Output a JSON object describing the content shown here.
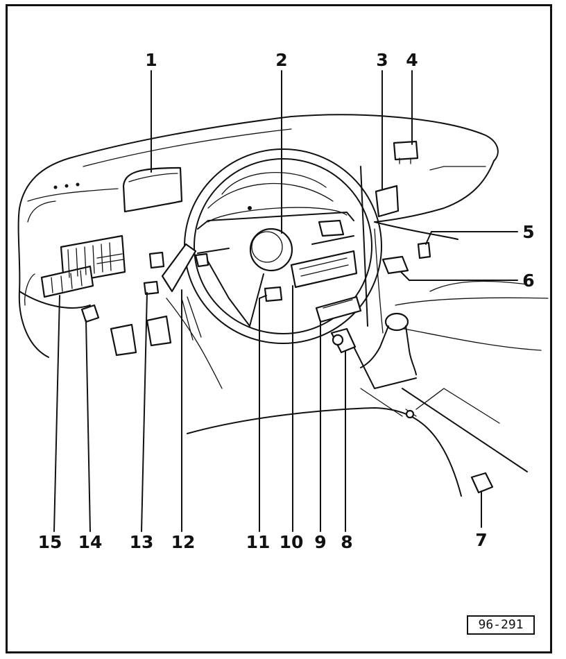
{
  "callouts": [
    {
      "id": "1",
      "label": "1"
    },
    {
      "id": "2",
      "label": "2"
    },
    {
      "id": "3",
      "label": "3"
    },
    {
      "id": "4",
      "label": "4"
    },
    {
      "id": "5",
      "label": "5"
    },
    {
      "id": "6",
      "label": "6"
    },
    {
      "id": "7",
      "label": "7"
    },
    {
      "id": "8",
      "label": "8"
    },
    {
      "id": "9",
      "label": "9"
    },
    {
      "id": "10",
      "label": "10"
    },
    {
      "id": "11",
      "label": "11"
    },
    {
      "id": "12",
      "label": "12"
    },
    {
      "id": "13",
      "label": "13"
    },
    {
      "id": "14",
      "label": "14"
    },
    {
      "id": "15",
      "label": "15"
    }
  ],
  "reference_code": "96-291"
}
